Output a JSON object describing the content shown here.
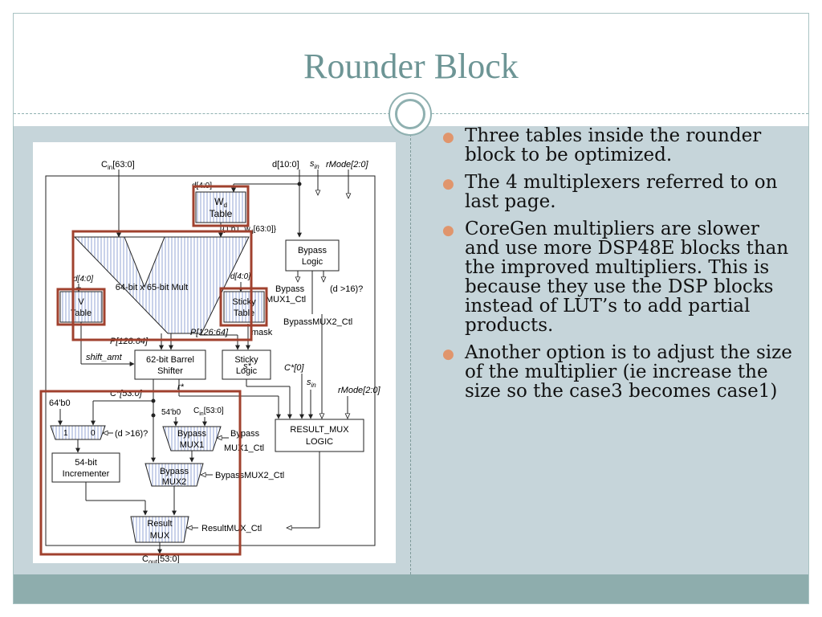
{
  "title": "Rounder Block",
  "bullets": [
    "Three tables inside the rounder block to be optimized.",
    "The 4 multiplexers referred to on last page.",
    "CoreGen multipliers are slower and use more DSP48E blocks than the improved multipliers. This is because they use the DSP blocks instead of LUT’s to add partial products.",
    "Another option is to adjust the size of the multiplier (ie increase the size so the case3 becomes case1)"
  ],
  "colors": {
    "title": "#6d9595",
    "band": "#c6d5da",
    "footer": "#8eadad",
    "bullet": "#e0956c",
    "highlight": "#a0412e"
  },
  "diagram": {
    "cin": "C",
    "cin_sub": "in",
    "cin_range": "[63:0]",
    "d_top": "d[10:0]",
    "s_in": "s",
    "s_in_sub": "in",
    "rmode": "rMode[2:0]",
    "d40_top": "d[4:0]",
    "wd_table_w": "W",
    "wd_table_sub": "d",
    "wd_table_label": "Table",
    "wd_bus_prefix": "{1'b1, w",
    "wd_bus_sub": "d",
    "wd_bus_suffix": "[63:0]}",
    "mult": "64-bit x 65-bit Mult",
    "d40_left": "d[4:0]",
    "v_table_1": "V",
    "v_table_2": "Table",
    "d40_right": "d[4:0]",
    "sticky_table_1": "Sticky",
    "sticky_table_2": "Table",
    "bypass_logic_1": "Bypass",
    "bypass_logic_2": "Logic",
    "bypass_mux1_ctl_1": "Bypass",
    "bypass_mux1_ctl_2": "MUX1_Ctl",
    "d16_top": "(d >16)?",
    "bypass_mux2_ctl_top": "BypassMUX2_Ctl",
    "p128": "P[128:64]",
    "p126": "P[126:64]",
    "mask": "mask",
    "shift_amt": "shift_amt",
    "barrel_1": "62-bit Barrel",
    "barrel_2": "Shifter",
    "sticky_logic_1": "Sticky",
    "sticky_logic_2": "Logic",
    "c0": "C*[0]",
    "s_in2": "s",
    "s_in2_sub": "in",
    "rmode2": "rMode[2:0]",
    "cstar": "C*[53:0]",
    "rstar": "r*",
    "sstar": "s*",
    "b64": "64'b0",
    "b54": "54'b0",
    "cin53": "C",
    "cin53_sub": "in",
    "cin53_range": "[53:0]",
    "mux_1": "1",
    "mux_0": "0",
    "d16_bottom": "(d >16)?",
    "bypass_mux1_1": "Bypass",
    "bypass_mux1_2": "MUX1",
    "bypass_ctl_right_1": "Bypass",
    "bypass_ctl_right_2": "MUX1_Ctl",
    "result_mux_logic_1": "RESULT_MUX",
    "result_mux_logic_2": "LOGIC",
    "inc_1": "54-bit",
    "inc_2": "Incrementer",
    "bypass_mux2_1": "Bypass",
    "bypass_mux2_2": "MUX2",
    "bypass_mux2_ctl": "BypassMUX2_Ctl",
    "result_mux_1": "Result",
    "result_mux_2": "MUX",
    "result_mux_ctl": "ResultMUX_Ctl",
    "cout": "C",
    "cout_sub": "out",
    "cout_range": "[53:0]"
  }
}
